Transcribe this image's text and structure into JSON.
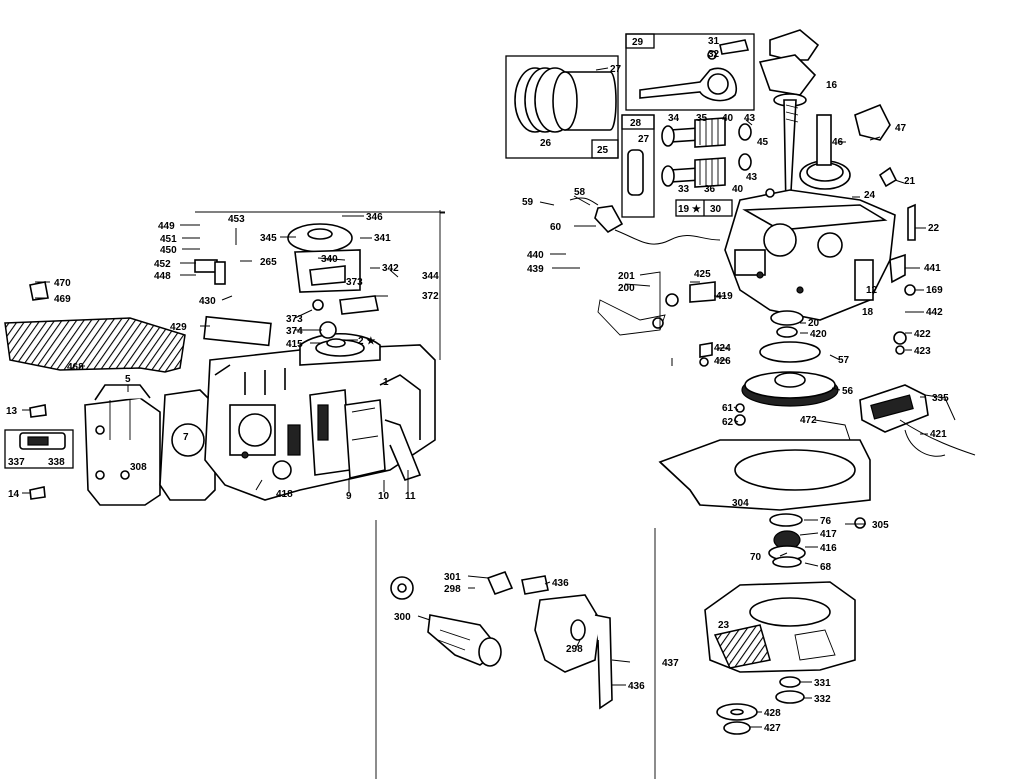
{
  "diagram": {
    "labels": {
      "l449": "449",
      "l451": "451",
      "l450": "450",
      "l452": "452",
      "l448": "448",
      "l453": "453",
      "l265": "265",
      "l346": "346",
      "l345": "345",
      "l341": "341",
      "l340": "340",
      "l342": "342",
      "l344": "344",
      "l373b": "373",
      "l372": "372",
      "l470": "470",
      "l469": "469",
      "l430": "430",
      "l373": "373",
      "l374": "374",
      "l429": "429",
      "l415": "415",
      "l2": "2 ★",
      "l468": "468",
      "l5": "5",
      "l1": "1",
      "l13": "13",
      "l7": "7",
      "l337": "337",
      "l338": "338",
      "l308": "308",
      "l14": "14",
      "l418": "418",
      "l9": "9",
      "l10": "10",
      "l11": "11",
      "l29": "29",
      "l31": "31",
      "l32": "32",
      "l27a": "27",
      "l26": "26",
      "l25": "25",
      "l16": "16",
      "l47": "47",
      "l28": "28",
      "l27b": "27",
      "l34": "34",
      "l35": "35",
      "l40a": "40",
      "l43a": "43",
      "l45": "45",
      "l46": "46",
      "l33": "33",
      "l36": "36",
      "l40b": "40",
      "l43b": "43",
      "l19": "19 ★",
      "l30": "30",
      "l24": "24",
      "l21": "21",
      "l59": "59",
      "l58": "58",
      "l60": "60",
      "l22": "22",
      "l440": "440",
      "l439": "439",
      "l201": "201",
      "l200": "200",
      "l425": "425",
      "l419": "419",
      "l441": "441",
      "l12": "12",
      "l169": "169",
      "l442": "442",
      "l18": "18",
      "l20": "20",
      "l420": "420",
      "l422": "422",
      "l423": "423",
      "l424": "424",
      "l426": "426",
      "l57": "57",
      "l56": "56",
      "l335": "335",
      "l61": "61",
      "l62": "62",
      "l472": "472",
      "l421": "421",
      "l304": "304",
      "l76": "76",
      "l305": "305",
      "l417": "417",
      "l416": "416",
      "l70": "70",
      "l68": "68",
      "l301": "301",
      "l298a": "298",
      "l436a": "436",
      "l300": "300",
      "l298b": "298",
      "l437": "437",
      "l436b": "436",
      "l23": "23",
      "l331": "331",
      "l332": "332",
      "l428": "428",
      "l427": "427"
    }
  }
}
